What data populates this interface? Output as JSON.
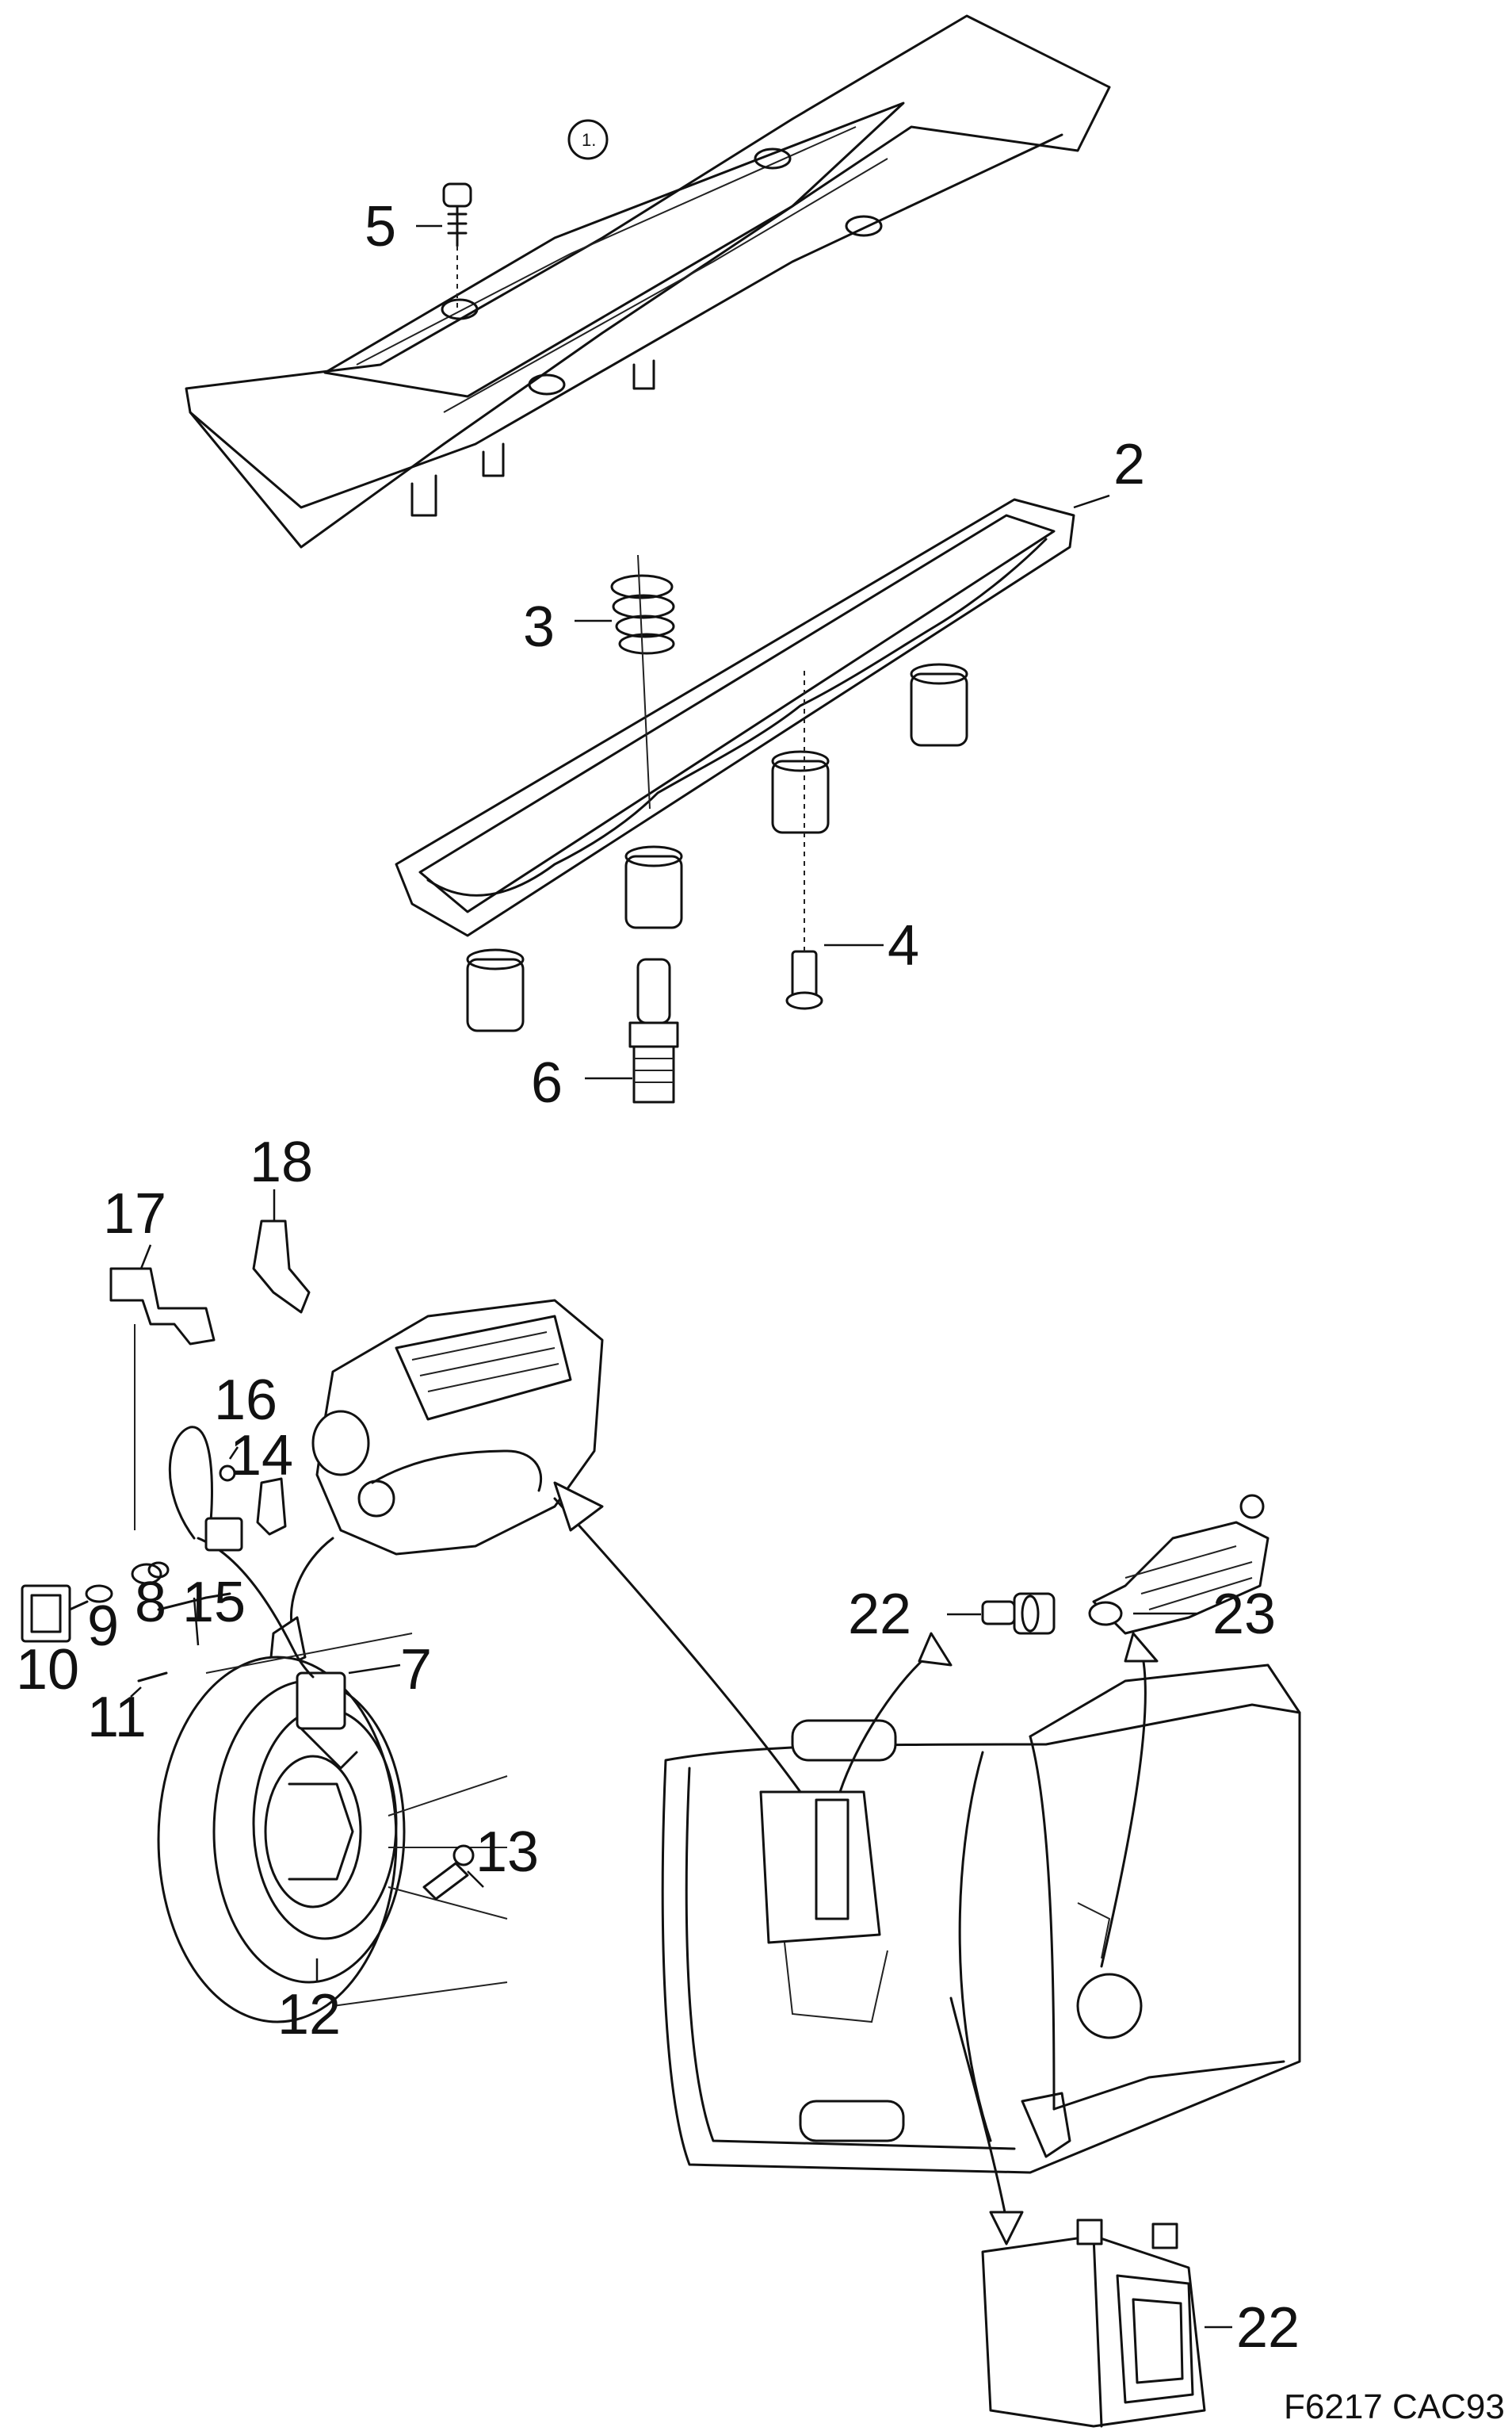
{
  "callouts": {
    "c1": "1.",
    "c2": "2",
    "c3": "3",
    "c4": "4",
    "c5": "5",
    "c6": "6",
    "c7": "7",
    "c8": "8",
    "c9": "9",
    "c10": "10",
    "c11": "11",
    "c12": "12",
    "c13": "13",
    "c14": "14",
    "c15": "15",
    "c16": "16",
    "c17": "17",
    "c18": "18",
    "c22a": "22",
    "c22b": "22",
    "c23": "23"
  },
  "figure_ref": "F6217 CAC93"
}
